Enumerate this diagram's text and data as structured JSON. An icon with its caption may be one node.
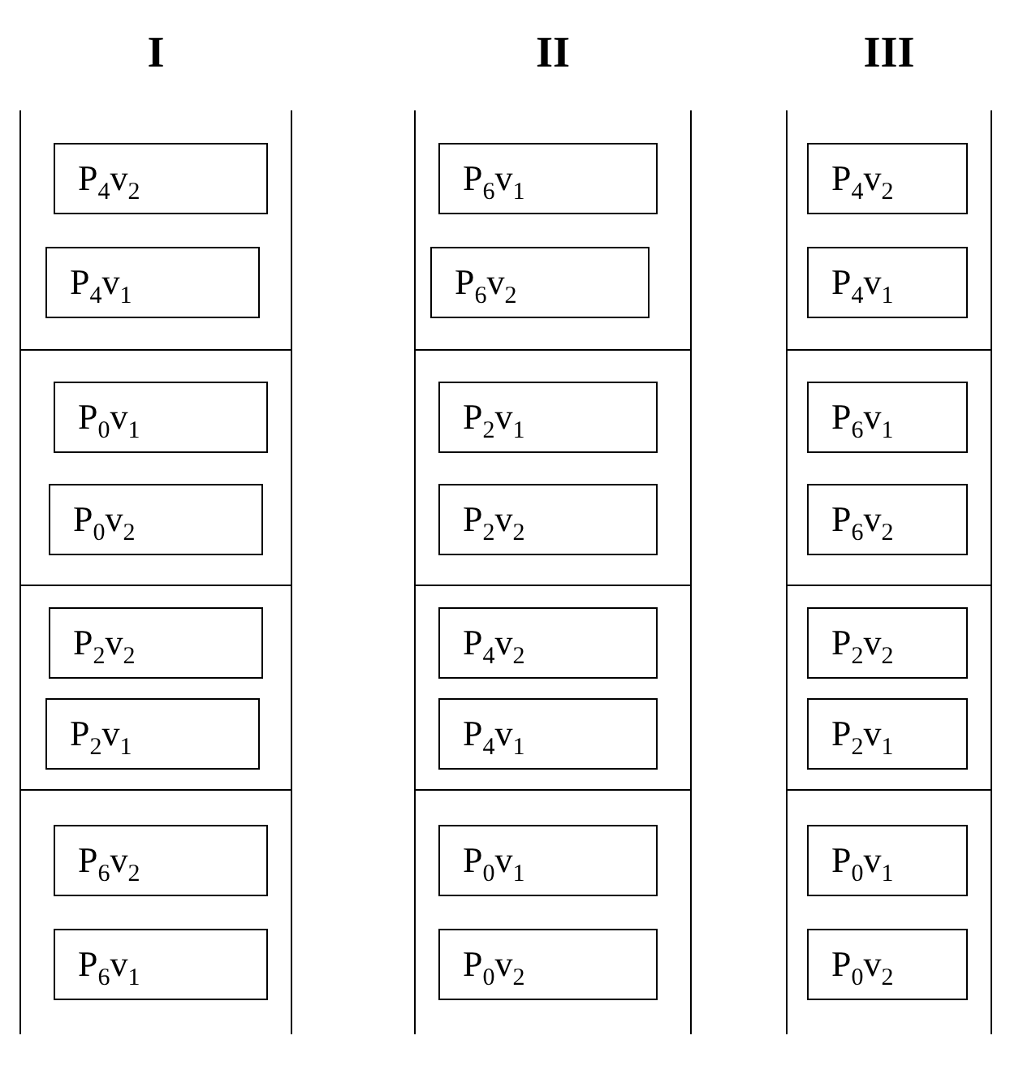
{
  "diagram": {
    "nodes": [
      {
        "text": [
          "I"
        ]
      },
      {
        "text": [],
        "shape": "box",
        "in": 0
      },
      {
        "text": [
          "P$_{4}$v$_{2}$"
        ],
        "in": 1
      },
      {
        "text": [
          "P$_{4}$v$_{1}$"
        ],
        "in": 1
      },
      {
        "text": [],
        "shape": "box",
        "in": 0
      },
      {
        "text": [
          "P$_{0}$v$_{1}$"
        ],
        "in": 4
      },
      {
        "text": [
          "P$_{0}$v$_{2}$"
        ],
        "in": 4
      },
      {
        "text": [],
        "shape": "box",
        "in": 0
      },
      {
        "text": [
          "P$_{2}$v$_{2}$"
        ],
        "in": 7
      },
      {
        "text": [
          "P$_{2}$v$_{1}$"
        ],
        "in": 7
      },
      {
        "text": [],
        "shape": "box",
        "in": 0
      },
      {
        "text": [
          "P$_{6}$v$_{2}$"
        ],
        "in": 10
      },
      {
        "text": [
          "P$_{6}$v$_{1}$"
        ],
        "in": 10
      },
      {
        "text": [
          "II"
        ]
      },
      {
        "text": [],
        "shape": "box",
        "in": 13
      },
      {
        "text": [
          "P$_{6}$v$_{1}$"
        ],
        "in": 14
      },
      {
        "text": [
          "P$_{6}$v$_{2}$"
        ],
        "in": 14
      },
      {
        "text": [],
        "shape": "box",
        "in": 13
      },
      {
        "text": [
          "P$_{2}$v$_{1}$"
        ],
        "in": 17
      },
      {
        "text": [
          "P$_{2}$v$_{2}$"
        ],
        "in": 17
      },
      {
        "text": [],
        "shape": "box",
        "in": 13
      },
      {
        "text": [
          "P$_{4}$v$_{2}$"
        ],
        "in": 20
      },
      {
        "text": [
          "P$_{4}$v$_{1}$"
        ],
        "in": 20
      },
      {
        "text": [],
        "shape": "box",
        "in": 13
      },
      {
        "text": [
          "P$_{0}$v$_{1}$"
        ],
        "in": 23
      },
      {
        "text": [
          "P$_{0}$v$_{2}$"
        ],
        "in": 23
      },
      {
        "text": [
          "III"
        ]
      },
      {
        "text": [],
        "shape": "box",
        "in": 26
      },
      {
        "text": [
          "P$_{4}$v$_{2}$"
        ],
        "in": 27
      },
      {
        "text": [
          "P$_{4}$v$_{1}$"
        ],
        "in": 27
      },
      {
        "text": [],
        "shape": "box",
        "in": 26
      },
      {
        "text": [
          "P$_{6}$v$_{1}$"
        ],
        "in": 30
      },
      {
        "text": [
          "P$_{6}$v$_{2}$"
        ],
        "in": 30
      },
      {
        "text": [],
        "shape": "box",
        "in": 26
      },
      {
        "text": [
          "P$_{2}$v$_{2}$"
        ],
        "in": 33
      },
      {
        "text": [
          "P$_{2}$v$_{1}$"
        ],
        "in": 33
      },
      {
        "text": [],
        "shape": "box",
        "in": 26
      },
      {
        "text": [
          "P$_{0}$v$_{1}$"
        ],
        "in": 36
      },
      {
        "text": [
          "P$_{0}$v$_{2}$"
        ],
        "in": 36
      }
    ]
  }
}
